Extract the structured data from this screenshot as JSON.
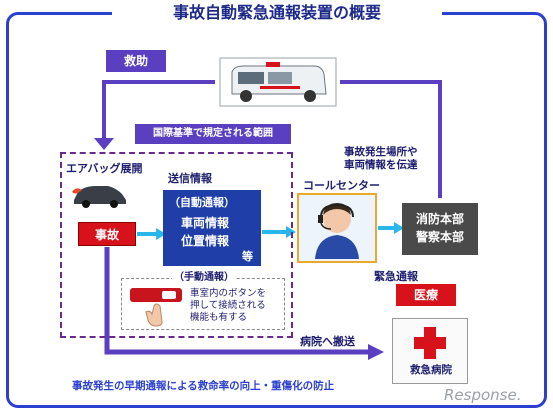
{
  "title": "事故自動緊急通報装置の概要",
  "rescue_tag": "救助",
  "intl_label": "国際基準で規定される範囲",
  "airbag_label": "エアバッグ展開",
  "accident_label": "事故",
  "send_info": {
    "label": "送信情報",
    "auto": "（自動通報）",
    "vehicle": "車両情報",
    "position": "位置情報",
    "etc": "等"
  },
  "manual": {
    "label": "（手動通報）",
    "line1": "車室内のボタンを",
    "line2": "押して接続される",
    "line3": "機能も有する"
  },
  "callcenter_label": "コールセンター",
  "transmit": {
    "line1": "事故発生場所や",
    "line2": "車両情報を伝達"
  },
  "fire": {
    "line1": "消防本部",
    "line2": "警察本部"
  },
  "emergency_report": "緊急通報",
  "medical_tag": "医療",
  "hospital_label": "救急病院",
  "transport_label": "病院へ搬送",
  "bottom_note": "事故発生の早期通報による救命率の向上・重傷化の防止",
  "watermark": "Response.",
  "colors": {
    "frame": "#2b3fd0",
    "accent_red": "#d8121a",
    "purple": "#5a3fc0",
    "navy": "#1f3ea8",
    "cyan_arrow": "#29b6e8"
  }
}
